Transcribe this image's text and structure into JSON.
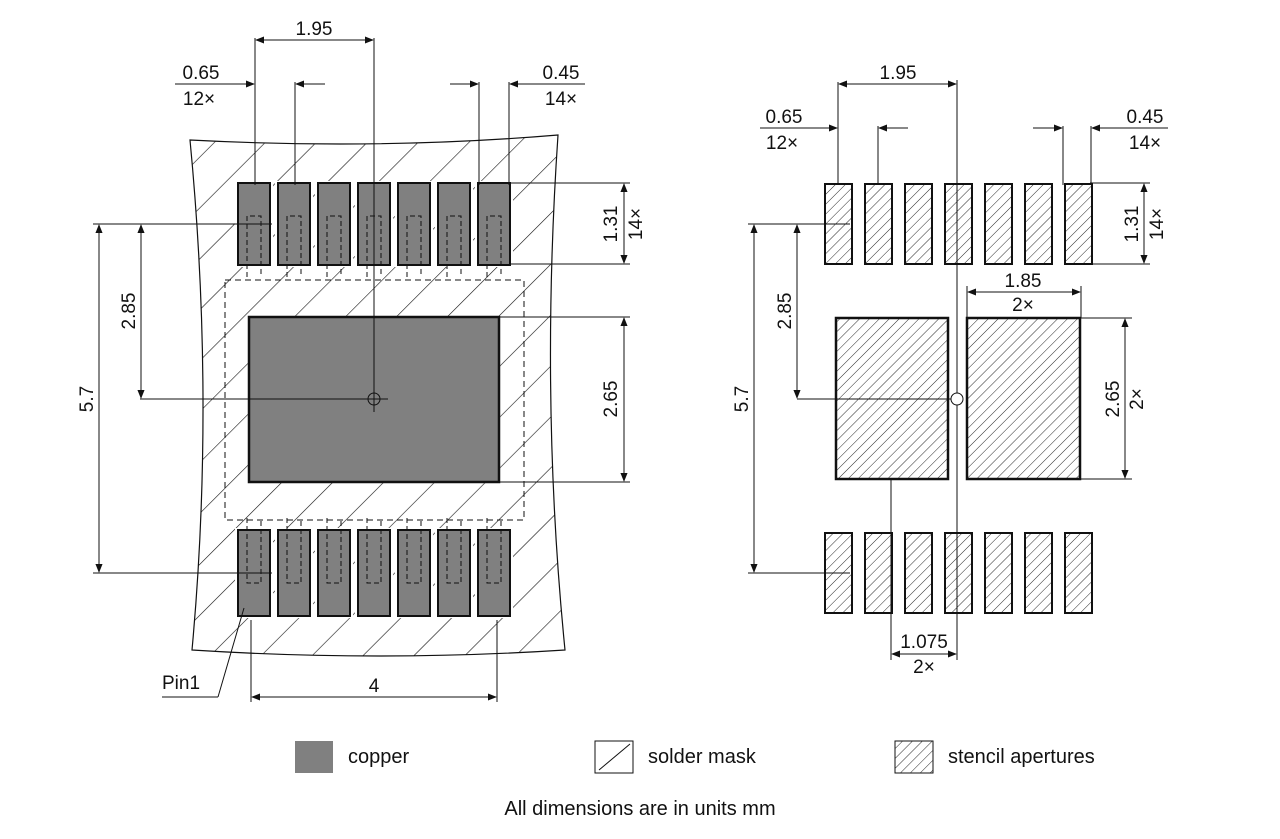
{
  "left_view": {
    "pitch": "0.65",
    "pitch_count": "12×",
    "center_distance": "1.95",
    "pad_width": "0.45",
    "pad_count": "14×",
    "pad_length": "1.31",
    "pad_length_count": "14×",
    "row_center_offset": "2.85",
    "row_spacing": "5.7",
    "exposed_pad_height": "2.65",
    "overall_width": "4",
    "pin1_label": "Pin1"
  },
  "right_view": {
    "pitch": "0.65",
    "pitch_count": "12×",
    "center_distance": "1.95",
    "pad_width": "0.45",
    "pad_count": "14×",
    "pad_length": "1.31",
    "pad_length_count": "14×",
    "aperture_width": "1.85",
    "aperture_width_count": "2×",
    "row_center_offset": "2.85",
    "row_spacing": "5.7",
    "aperture_height": "2.65",
    "aperture_height_count": "2×",
    "aperture_offset": "1.075",
    "aperture_offset_count": "2×"
  },
  "legend": [
    {
      "label": "copper",
      "kind": "copper"
    },
    {
      "label": "solder mask",
      "kind": "solder-mask"
    },
    {
      "label": "stencil apertures",
      "kind": "stencil"
    }
  ],
  "note": "All dimensions are in units mm",
  "colors": {
    "copper": "#808080",
    "line": "#111111"
  }
}
